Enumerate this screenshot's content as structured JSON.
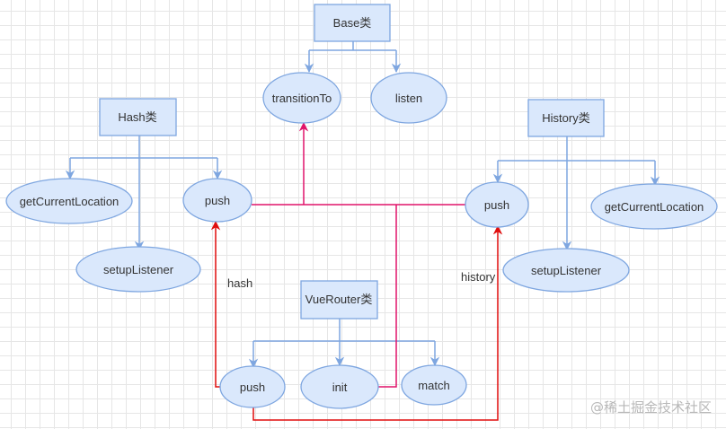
{
  "nodes": {
    "base_class": "Base类",
    "transition_to": "transitionTo",
    "listen": "listen",
    "hash_class": "Hash类",
    "hash_get_current_location": "getCurrentLocation",
    "hash_push": "push",
    "hash_setup_listener": "setupListener",
    "history_class": "History类",
    "history_push": "push",
    "history_get_current_location": "getCurrentLocation",
    "history_setup_listener": "setupListener",
    "vuerouter_class": "VueRouter类",
    "vuerouter_push": "push",
    "vuerouter_init": "init",
    "vuerouter_match": "match"
  },
  "edge_labels": {
    "hash": "hash",
    "history": "history"
  },
  "watermark": "@稀土掘金技术社区",
  "colors": {
    "node_fill": "#dae8fc",
    "node_stroke": "#7ea6e0",
    "tree_line": "#7ea6e0",
    "call_line": "#e0136a",
    "route_line": "#e00d0d",
    "grid": "#e6e6e6"
  }
}
